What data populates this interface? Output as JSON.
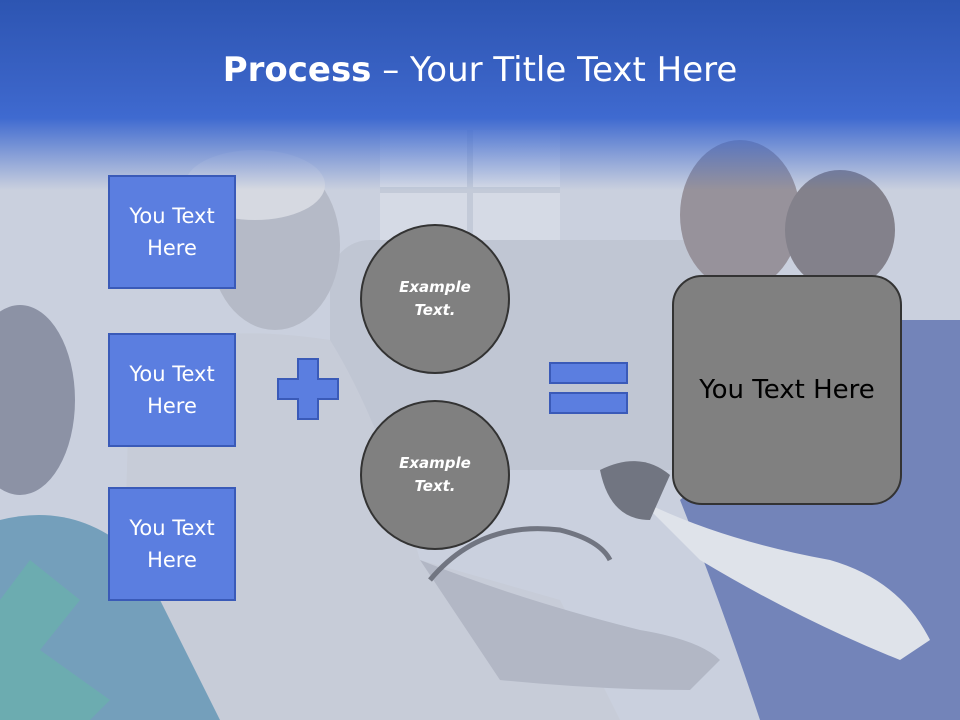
{
  "title": {
    "bold": "Process",
    "rest": " – Your Title Text Here"
  },
  "left_boxes": [
    {
      "label": "You Text Here"
    },
    {
      "label": "You Text Here"
    },
    {
      "label": "You Text Here"
    }
  ],
  "circles": [
    {
      "label": "Example Text."
    },
    {
      "label": "Example Text."
    }
  ],
  "result_box": {
    "label": "You Text Here"
  },
  "icons": {
    "plus": "plus-icon",
    "equals": "equals-icon"
  },
  "colors": {
    "title_bar": "#3a63c6",
    "box_fill": "#5b7ee0",
    "box_border": "#3a5ab8",
    "circle_fill": "#808080",
    "result_fill": "#808080"
  }
}
